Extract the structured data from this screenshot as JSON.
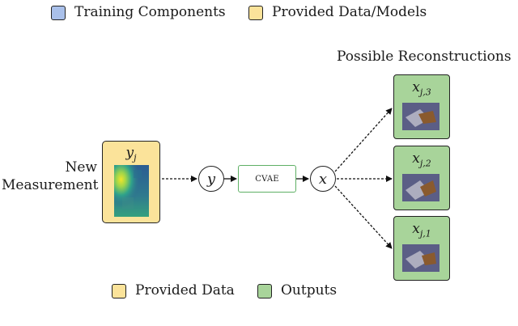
{
  "legend_top": {
    "training": {
      "label": "Training Components",
      "color": "#a9c0ea"
    },
    "provided": {
      "label": "Provided Data/Models",
      "color": "#fbe39a"
    }
  },
  "legend_bottom": {
    "provided": {
      "label": "Provided Data",
      "color": "#fbe39a"
    },
    "outputs": {
      "label": "Outputs",
      "color": "#a8d49a"
    }
  },
  "reconstructions_title": "Possible Reconstructions",
  "measurement": {
    "line1": "New",
    "line2": "Measurement",
    "symbol": "y",
    "subscript": "j"
  },
  "nodes": {
    "y": "y",
    "x": "x"
  },
  "cvae_label": "CVAE",
  "outputs": [
    {
      "symbol": "x",
      "subscript": "j,3"
    },
    {
      "symbol": "x",
      "subscript": "j,2"
    },
    {
      "symbol": "x",
      "subscript": "j,1"
    }
  ]
}
